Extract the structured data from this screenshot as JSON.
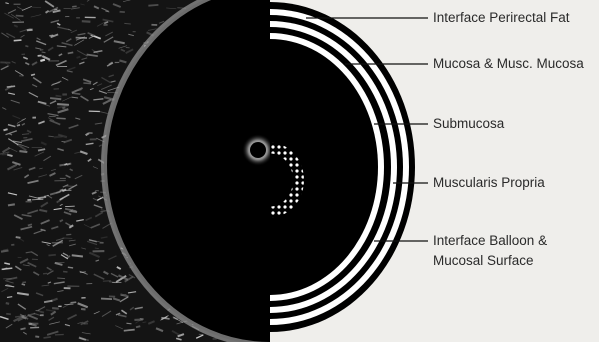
{
  "figure": {
    "labels": [
      {
        "text": "Interface Perirectal Fat"
      },
      {
        "text": "Mucosa & Musc. Mucosa"
      },
      {
        "text": "Submucosa"
      },
      {
        "text": "Muscularis Propria"
      },
      {
        "text": "Interface Balloon &",
        "text2": "Mucosal Surface"
      }
    ],
    "colors": {
      "background": "#ffffff",
      "schematic_panel": "#efeeeb",
      "lumen": "#000000",
      "ultrasound_noise": "#d8d8d8"
    }
  }
}
